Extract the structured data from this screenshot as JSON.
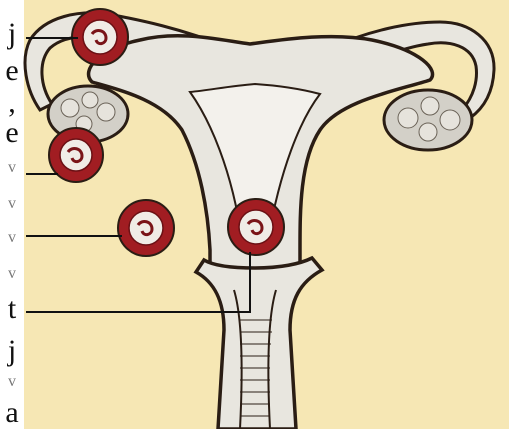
{
  "edge_letters": [
    "j",
    "e",
    ",",
    "e",
    "v",
    "v",
    "v",
    "v",
    "t",
    "j",
    "v",
    "a"
  ],
  "colors": {
    "background": "#f6e7b4",
    "organ": "#e8e6df",
    "outline": "#2a1d14",
    "follicle": "#a11d22",
    "follicle_inner": "#f0ece6",
    "ovary": "#d3d0c8"
  }
}
